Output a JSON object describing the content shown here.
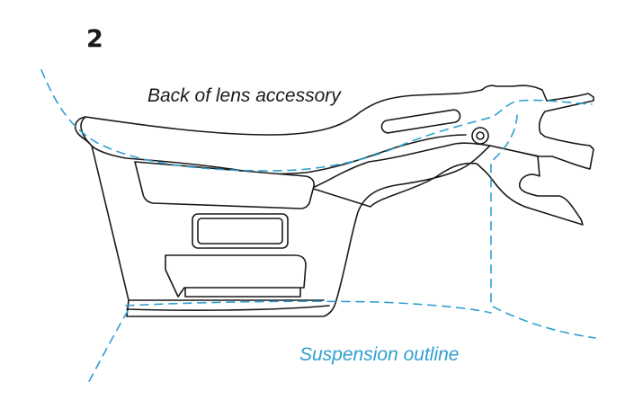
{
  "step_number": "2",
  "labels": {
    "accessory": "Back of lens accessory",
    "suspension": "Suspension outline"
  },
  "colors": {
    "line": "#1a1a1a",
    "suspension": "#2f9fd0"
  }
}
